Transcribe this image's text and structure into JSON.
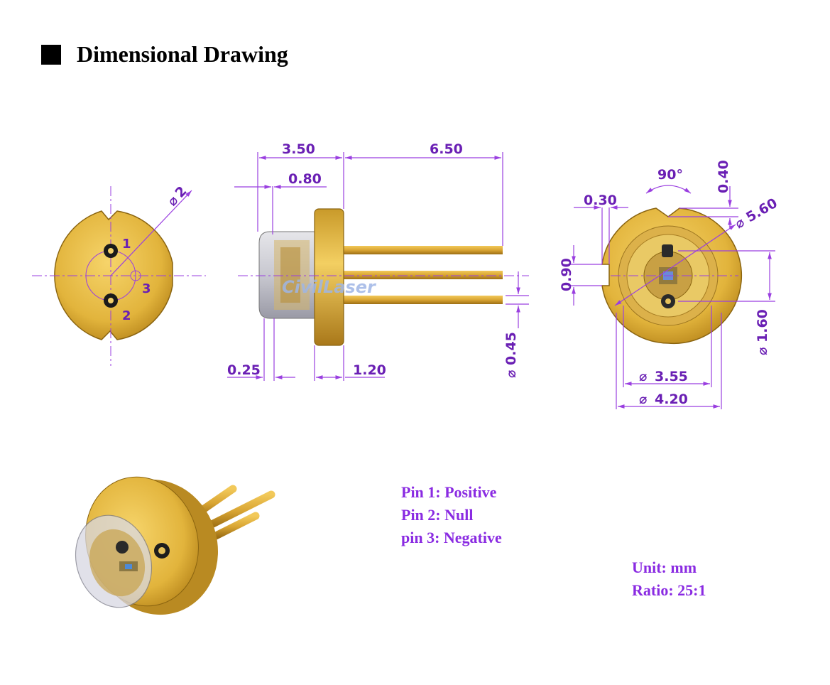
{
  "heading": {
    "title": "Dimensional Drawing"
  },
  "front_view": {
    "diameter_label": "2",
    "pin_labels": [
      "1",
      "2",
      "3"
    ]
  },
  "side_view": {
    "dims": {
      "total_body": "3.50",
      "pin_length": "6.50",
      "cap_lip": "0.80",
      "cap_gap": "0.25",
      "flange": "1.20",
      "pin_dia": "0.45"
    },
    "watermark": "CivilLaser"
  },
  "back_view": {
    "dims": {
      "angle": "90°",
      "notch_depth": "0.40",
      "notch_offset": "0.30",
      "flange_dia": "5.60",
      "side_notch": "0.90",
      "pin_pitch": "1.60",
      "cap_dia": "3.55",
      "window_dia": "4.20"
    }
  },
  "pin_notes": [
    "Pin 1: Positive",
    "Pin 2: Null",
    "pin 3: Negative"
  ],
  "spec_notes": [
    "Unit: mm",
    "Ratio: 25:1"
  ],
  "colors": {
    "dimension": "#6a1fb4",
    "gold": "#e0b43a",
    "gold_dark": "#8a6410",
    "note": "#8a2be2"
  }
}
